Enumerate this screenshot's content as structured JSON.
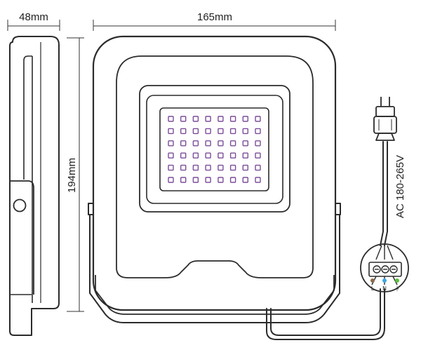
{
  "dimensions": {
    "depth": "48mm",
    "width": "165mm",
    "height": "194mm"
  },
  "power": {
    "voltage_label": "AC 180-265V"
  },
  "terminal": {
    "labels": [
      "L",
      "N",
      "⏚"
    ]
  },
  "led_grid": {
    "rows": 6,
    "cols": 8
  },
  "colors": {
    "outline": "#2b2b2b",
    "led_purple": "#7b4c9a",
    "terminal_live": "#8b6a4e",
    "terminal_neutral": "#3aa6e0",
    "terminal_ground": "#5bbf3a"
  }
}
